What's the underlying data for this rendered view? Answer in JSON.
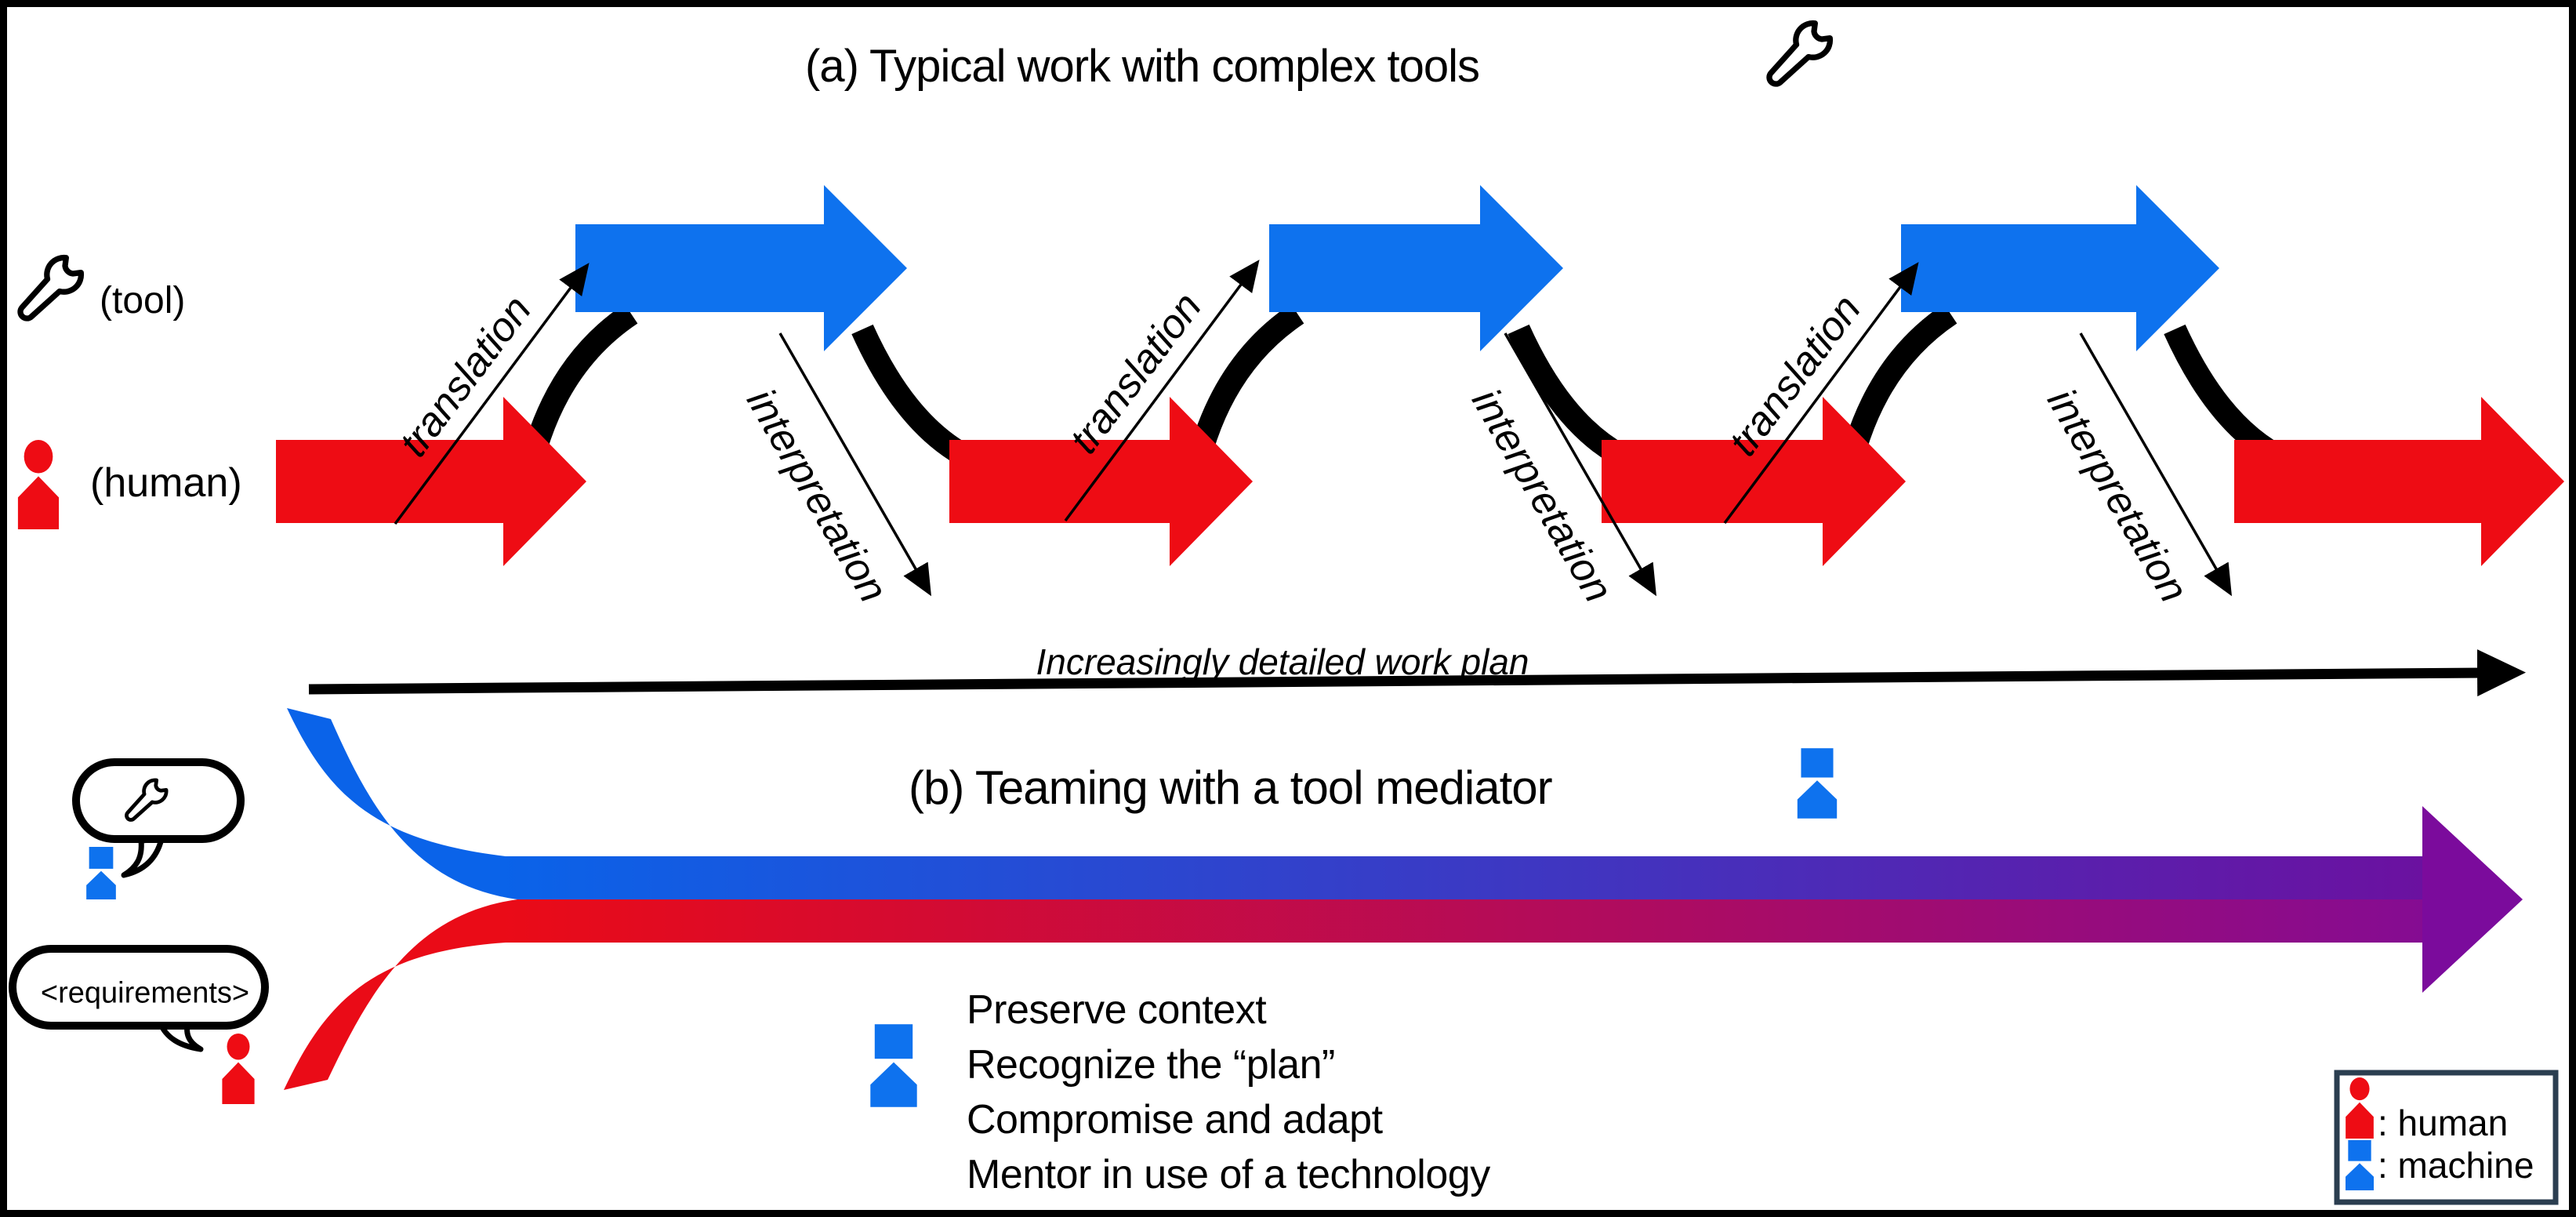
{
  "panel_a": {
    "title": "(a) Typical work with complex tools",
    "title_icon": "wrench-icon",
    "tool_label": "(tool)",
    "human_label": "(human)",
    "translation_label": "translation",
    "interpretation_label": "interpretation",
    "axis_label": "Increasingly detailed work plan",
    "zigzag_steps": 3
  },
  "panel_b": {
    "title": "(b) Teaming with a tool mediator",
    "title_icon": "machine-icon",
    "tool_bubble_icon": "wrench-icon",
    "requirements_bubble_text": "<requirements>",
    "mediator_roles": [
      "Preserve context",
      "Recognize the “plan”",
      "Compromise and adapt",
      "Mentor in use of a technology"
    ]
  },
  "legend": {
    "human_label": ": human",
    "machine_label": ": machine"
  },
  "icons": {
    "tool": "wrench-icon",
    "human": "person-icon",
    "machine": "machine-icon"
  },
  "colors": {
    "human_red": "#ee0c14",
    "machine_blue": "#0e72ee",
    "band_blue_start": "#0a63e9",
    "band_blue_end": "#6b11a0",
    "band_red_start": "#ea0b17",
    "band_red_end": "#850c92",
    "merged_arrowhead_purple": "#7b0b9c",
    "connector_black": "#000000",
    "legend_border": "#2b3e50"
  }
}
